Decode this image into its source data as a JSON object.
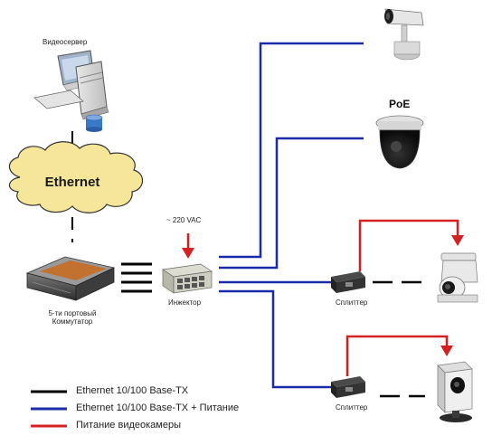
{
  "labels": {
    "video_server": "Видеосервер",
    "ethernet": "Ethernet",
    "switch_line1": "5-ти портовый",
    "switch_line2": "Коммутатор",
    "voltage": "~ 220 VAC",
    "injector": "Инжектор",
    "poe": "PoE",
    "splitter_1": "Сплиттер",
    "splitter_2": "Сплиттер"
  },
  "legend": [
    {
      "text": "Ethernet 10/100 Base-TX",
      "color": "#000000"
    },
    {
      "text": "Ethernet 10/100 Base-TX + Питание",
      "color": "#1a2aa8"
    },
    {
      "text": "Питание видеокамеры",
      "color": "#d42020"
    }
  ],
  "colors": {
    "ethernet": "#000000",
    "ethernet_poe": "#1a2aa8",
    "power": "#d42020",
    "cloud_fill": "#f5e69a",
    "cloud_stroke": "#333333"
  }
}
